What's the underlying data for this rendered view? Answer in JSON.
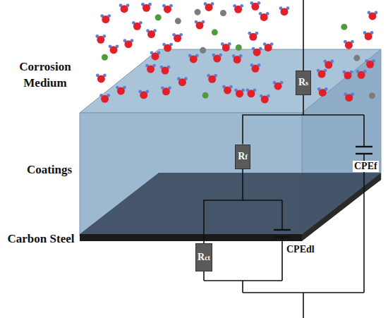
{
  "diagram": {
    "nodes": [
      {
        "text": [
          "Rs"
        ]
      },
      {
        "text": [
          "Rf"
        ]
      },
      {
        "text": [
          "Rct"
        ]
      }
    ],
    "edges": [
      {
        "from": 0,
        "to": 1,
        "arrow": "none"
      },
      {
        "from": 1,
        "to": 2,
        "arrow": "none"
      }
    ],
    "labels": [
      "Corrosion Medium",
      "Coatings",
      "Carbon Steel",
      "CPEf",
      "CPEdl"
    ]
  }
}
